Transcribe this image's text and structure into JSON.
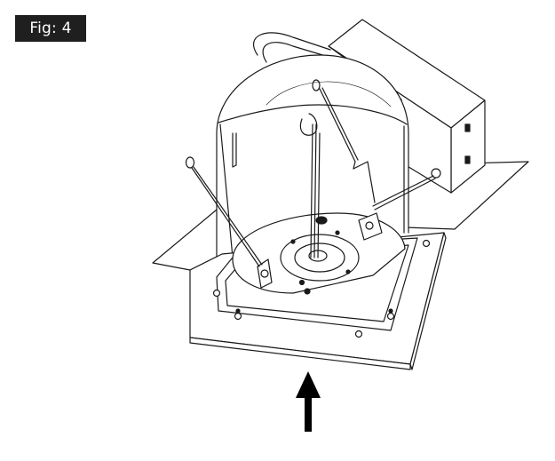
{
  "figure": {
    "label": "Fig: 4"
  },
  "colors": {
    "label_bg": "#1f1f1f",
    "label_text": "#ffffff",
    "line": "#1a1a1a",
    "fill": "#ffffff",
    "arrow": "#000000"
  },
  "illustration": {
    "subject": "recessed-light-fixture-installation",
    "arrow_direction": "up"
  }
}
